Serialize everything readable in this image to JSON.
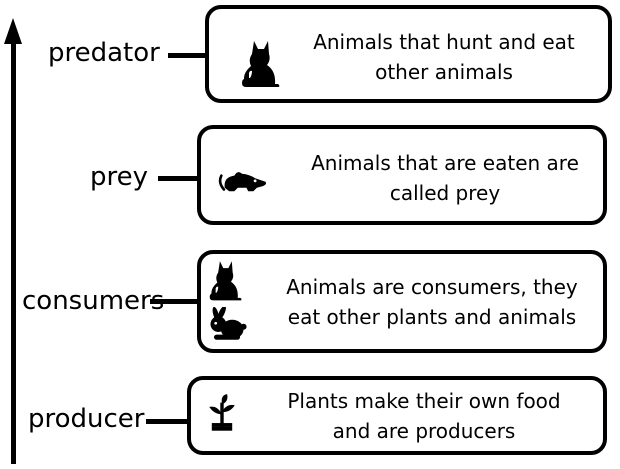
{
  "levels": {
    "predator": {
      "label": "predator",
      "description_line1": "Animals that hunt and eat",
      "description_line2": "other animals",
      "icons": [
        "cat-icon"
      ]
    },
    "prey": {
      "label": "prey",
      "description_line1": "Animals that are eaten are",
      "description_line2": "called prey",
      "icons": [
        "mouse-icon"
      ]
    },
    "consumers": {
      "label": "consumers",
      "description_line1": "Animals are consumers, they",
      "description_line2": "eat other plants and animals",
      "icons": [
        "cat-icon",
        "rabbit-icon"
      ]
    },
    "producer": {
      "label": "producer",
      "description_line1": "Plants make their own food",
      "description_line2": "and are producers",
      "icons": [
        "plant-icon"
      ]
    }
  }
}
